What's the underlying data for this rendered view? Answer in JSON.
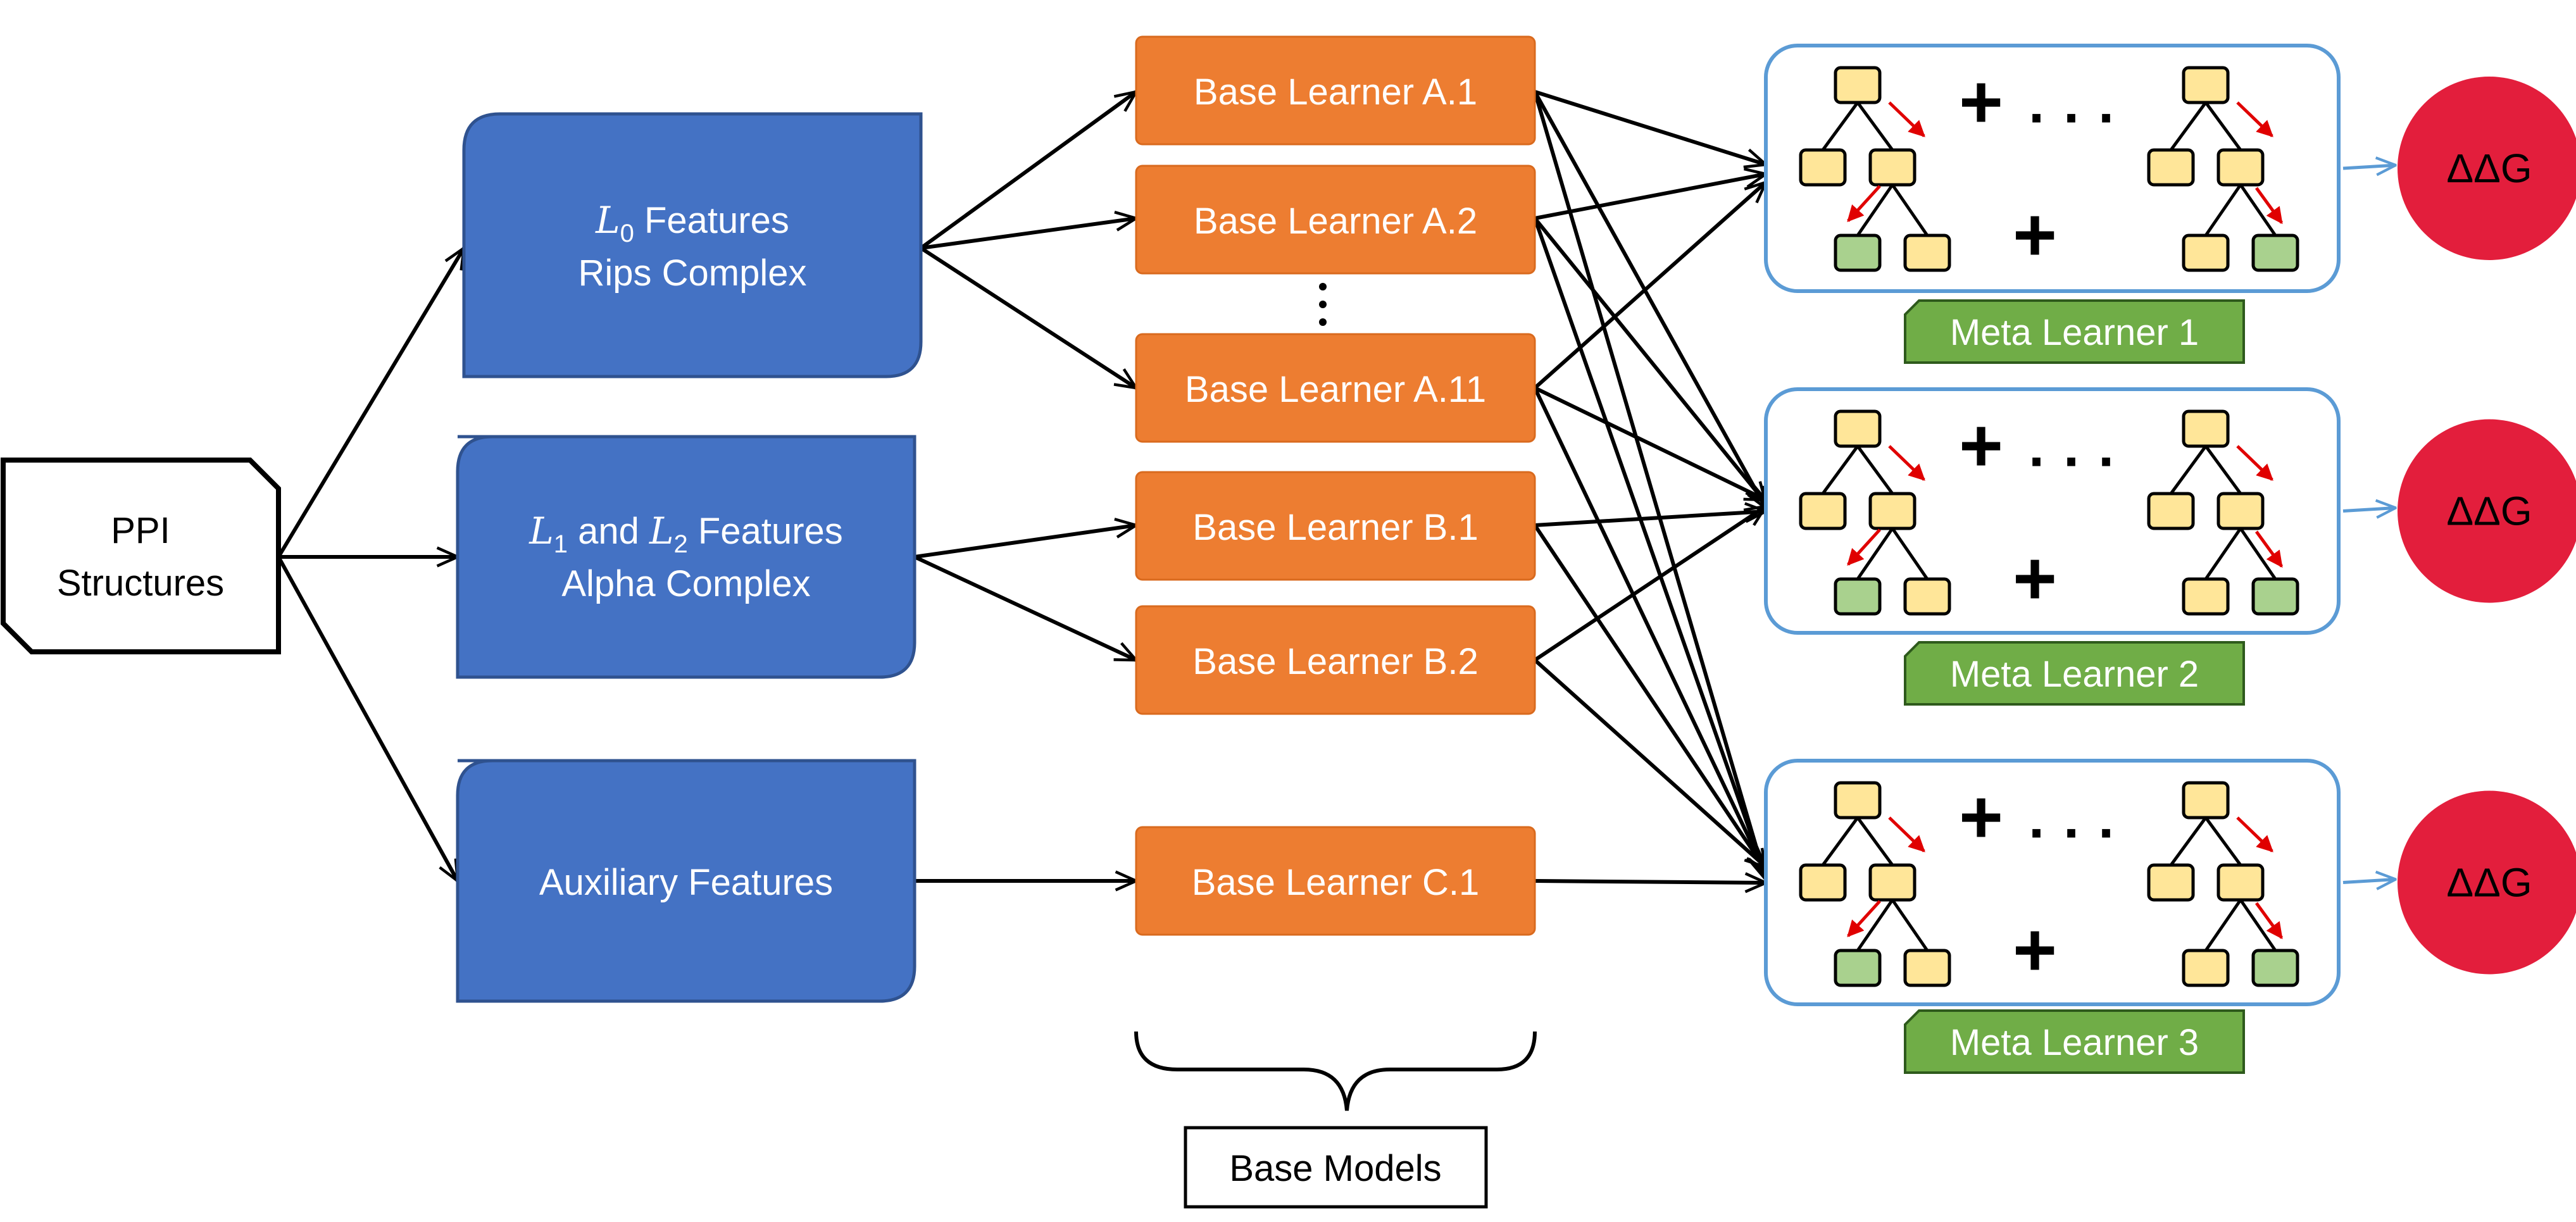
{
  "input": {
    "line1": "PPI",
    "line2": "Structures"
  },
  "features": [
    {
      "line1_sym": "L",
      "line1_sub": "0",
      "line1_text": " Features",
      "line2": "Rips Complex"
    },
    {
      "sym1": "L",
      "sub1": "1",
      "mid": " and ",
      "sym2": "L",
      "sub2": "2",
      "line1_text": " Features",
      "line2": "Alpha Complex"
    },
    {
      "line1": "Auxiliary Features"
    }
  ],
  "base_learners": [
    "Base Learner A.1",
    "Base Learner A.2",
    "Base Learner A.11",
    "Base Learner B.1",
    "Base Learner B.2",
    "Base Learner C.1"
  ],
  "base_models_label": "Base Models",
  "meta_learners": [
    "Meta Learner 1",
    "Meta Learner 2",
    "Meta Learner 3"
  ],
  "output_label": "ΔΔG",
  "ensemble_symbols": {
    "plus": "+",
    "dots": "· · ·"
  },
  "colors": {
    "feature_box": "#4472C4",
    "base_learner": "#ED7D31",
    "meta_label": "#70AD47",
    "output_circle": "#E31E3C",
    "meta_border": "#5B9BD5",
    "tree_node": "#FFE699",
    "leaf_node": "#A9D18E",
    "path_arrow": "#E00000"
  }
}
